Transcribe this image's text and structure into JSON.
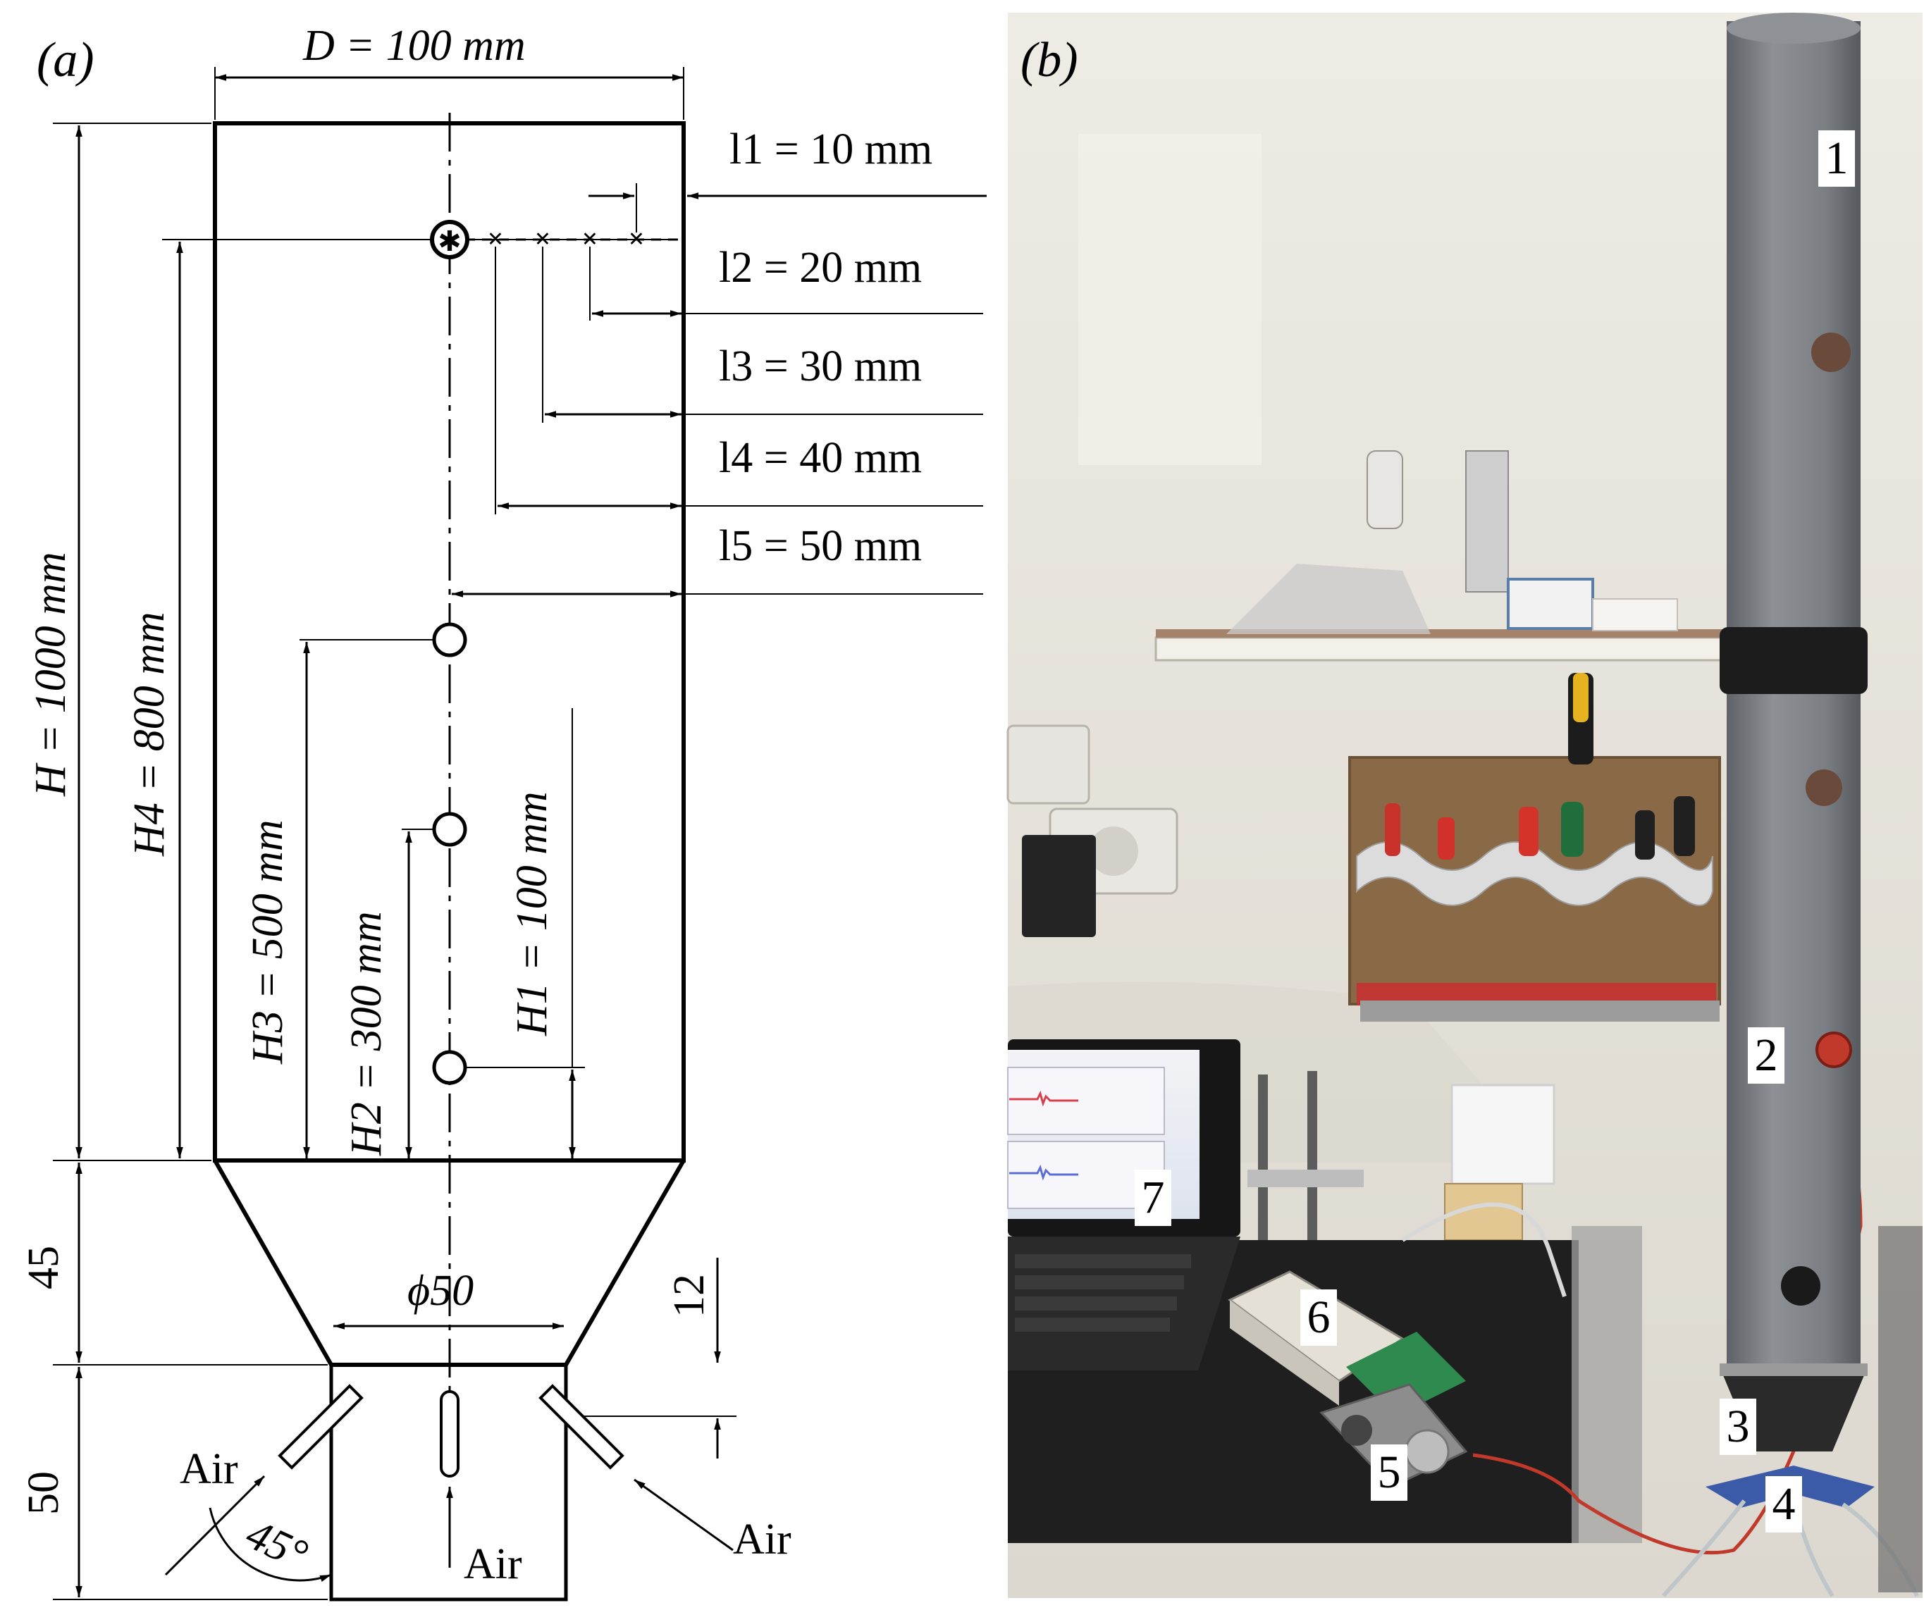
{
  "panels": {
    "a": "(a)",
    "b": "(b)"
  },
  "schematic": {
    "diameter": "D = 100 mm",
    "height": "H = 1000 mm",
    "h4": "H4 = 800 mm",
    "h3": "H3 = 500 mm",
    "h2": "H2 = 300 mm",
    "h1": "H1 = 100 mm",
    "l1": "l1 = 10 mm",
    "l2": "l2 = 20 mm",
    "l3": "l3 = 30 mm",
    "l4": "l4 = 40 mm",
    "l5": "l5 = 50 mm",
    "cone_height": "45",
    "base_height": "50",
    "inlet_diameter": "ϕ50",
    "nozzle_offset": "12",
    "angle": "45°",
    "air_labels": [
      "Air",
      "Air",
      "Air"
    ]
  },
  "photo": {
    "callouts": [
      "1",
      "2",
      "3",
      "4",
      "5",
      "6",
      "7"
    ],
    "colors": {
      "wall": "#e9e6df",
      "pipe": "#7b7f83",
      "table": "#1f1f1f",
      "shelf": "#efece4",
      "board": "#8a6a46"
    }
  }
}
